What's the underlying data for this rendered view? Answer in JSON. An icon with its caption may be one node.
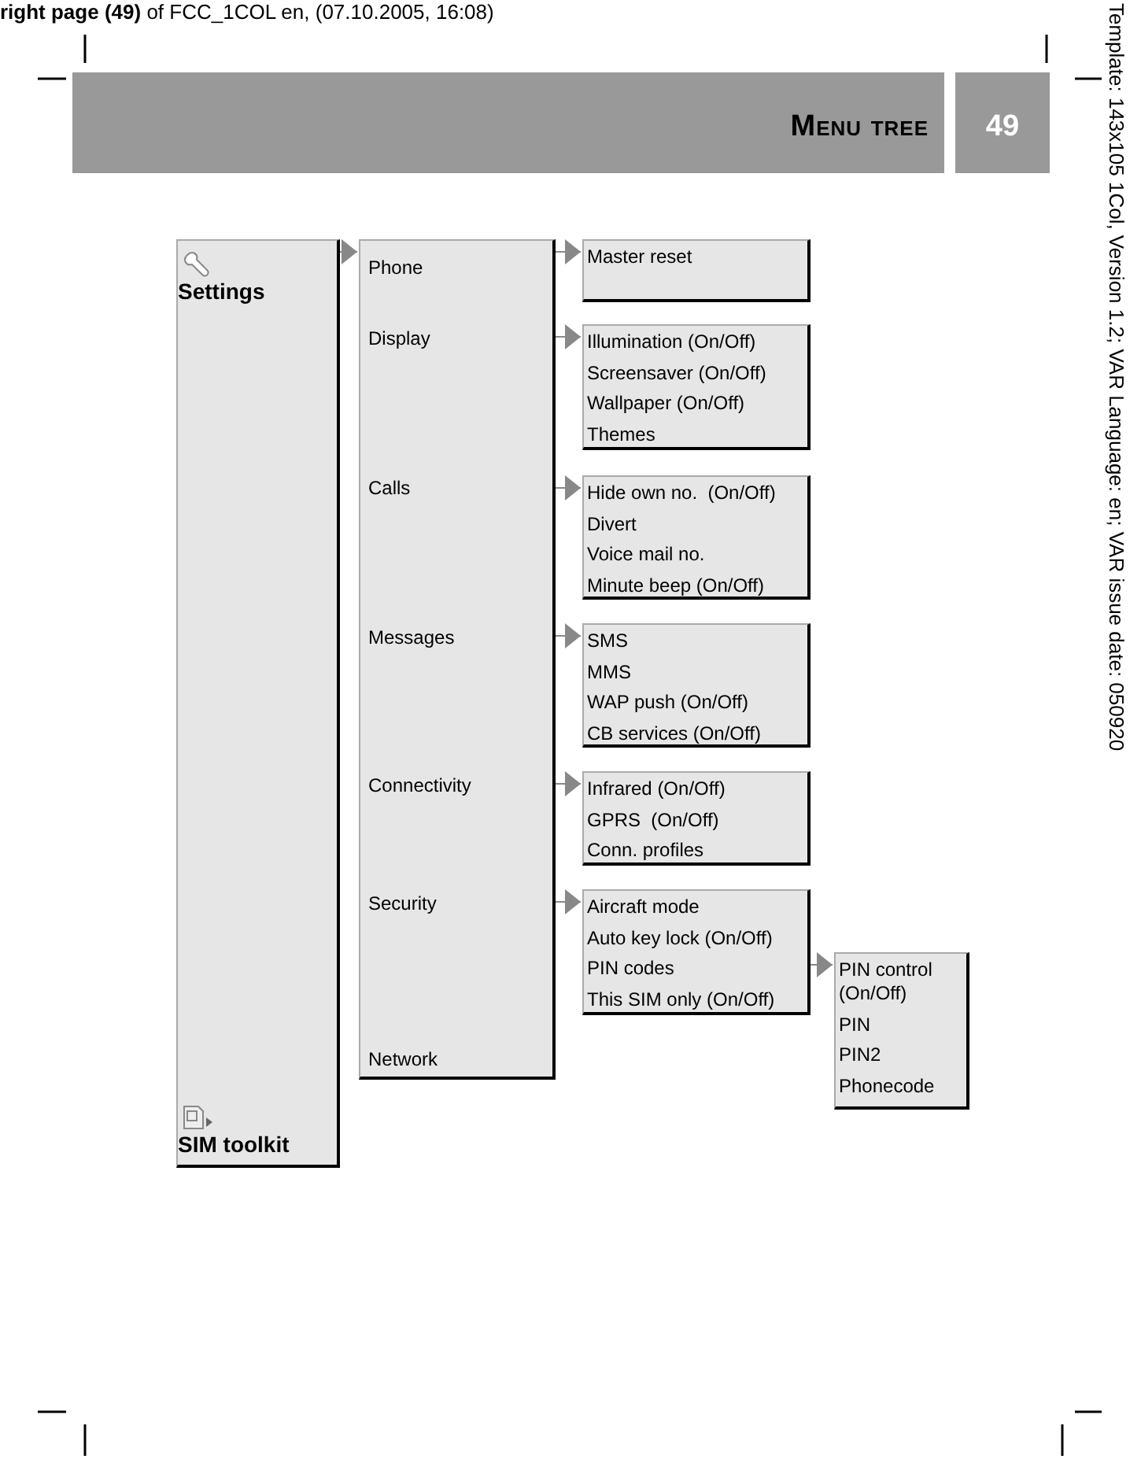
{
  "diagram": {
    "title": "Menu tree",
    "nodes": [
      {
        "text": [],
        "shape": "box"
      },
      {
        "text": [
          "Settings"
        ],
        "in": 0
      },
      {
        "text": [
          "SIM toolkit"
        ],
        "in": 0
      },
      {
        "text": [],
        "shape": "box"
      },
      {
        "text": [
          "Phone"
        ],
        "in": 3
      },
      {
        "text": [
          "Display"
        ],
        "in": 3
      },
      {
        "text": [
          "Calls"
        ],
        "in": 3
      },
      {
        "text": [
          "Messages"
        ],
        "in": 3
      },
      {
        "text": [
          "Connectivity"
        ],
        "in": 3
      },
      {
        "text": [
          "Security"
        ],
        "in": 3
      },
      {
        "text": [
          "Network"
        ],
        "in": 3
      },
      {
        "text": [
          "Master reset"
        ]
      },
      {
        "text": [
          "Illumination (On/Off)",
          "Screensaver (On/Off)",
          "Wallpaper (On/Off)",
          "Themes"
        ]
      },
      {
        "text": [
          "Hide own no.  (On/Off)",
          "Divert",
          "Voice mail no.",
          "Minute beep (On/Off)"
        ]
      },
      {
        "text": [
          "SMS",
          "MMS",
          "WAP push (On/Off)",
          "CB services (On/Off)"
        ]
      },
      {
        "text": [
          "Infrared (On/Off)",
          "GPRS  (On/Off)",
          "Conn. profiles"
        ]
      },
      {
        "text": [
          "Aircraft mode",
          "Auto key lock (On/Off)",
          "PIN codes",
          "This SIM only (On/Off)"
        ]
      },
      {
        "text": [
          "PIN control (On/Off)",
          "PIN",
          "PIN2",
          "Phonecode"
        ]
      }
    ],
    "edges": [
      {
        "from": 0,
        "to": 3,
        "arrow": "to"
      },
      {
        "from": 3,
        "to": 11,
        "arrow": "to"
      },
      {
        "from": 3,
        "to": 12,
        "arrow": "to"
      },
      {
        "from": 3,
        "to": 13,
        "arrow": "to"
      },
      {
        "from": 3,
        "to": 14,
        "arrow": "to"
      },
      {
        "from": 3,
        "to": 15,
        "arrow": "to"
      },
      {
        "from": 3,
        "to": 16,
        "arrow": "to"
      },
      {
        "from": 16,
        "to": 17,
        "arrow": "to"
      }
    ],
    "labels": [
      "**right page (49)** of FCC_1COL en, (07.10.2005, 16:08)",
      "49",
      "Template: 143x105 1Col, Version 1.2; VAR Language: en; VAR issue date: 050920"
    ]
  }
}
